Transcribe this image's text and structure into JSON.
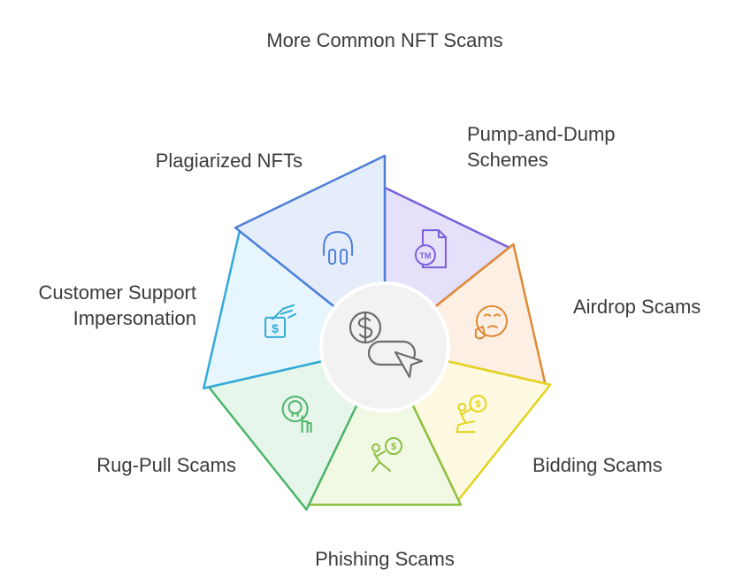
{
  "title": "More Common NFT Scams",
  "segments": [
    {
      "label": [
        "Plagiarized NFTs"
      ],
      "icon": "trademark-document-icon",
      "fill": "#e6e1fb",
      "stroke": "#7b5fdb"
    },
    {
      "label": [
        "Pump-and-Dump",
        "Schemes"
      ],
      "icon": "thinking-face-icon",
      "fill": "#fdefe3",
      "stroke": "#e08a36"
    },
    {
      "label": [
        "Airdrop Scams"
      ],
      "icon": "person-kneeling-dollar-icon",
      "fill": "#fdfae1",
      "stroke": "#e3d21e"
    },
    {
      "label": [
        "Bidding Scams"
      ],
      "icon": "person-sitting-dollar-icon",
      "fill": "#f1f9e4",
      "stroke": "#8cbf3f"
    },
    {
      "label": [
        "Phishing Scams"
      ],
      "icon": "skull-pointer-icon",
      "fill": "#e6f6ea",
      "stroke": "#4fb46a"
    },
    {
      "label": [
        "Rug-Pull Scams"
      ],
      "icon": "hand-dollar-sign-icon",
      "fill": "#e6f6fc",
      "stroke": "#33aad9"
    },
    {
      "label": [
        "Customer Support",
        "Impersonation"
      ],
      "icon": "headset-icon",
      "fill": "#e5ecfa",
      "stroke": "#4d7fd8"
    }
  ],
  "center": {
    "icon": "dollar-cursor-icon",
    "fill": "#f2f2f2"
  }
}
